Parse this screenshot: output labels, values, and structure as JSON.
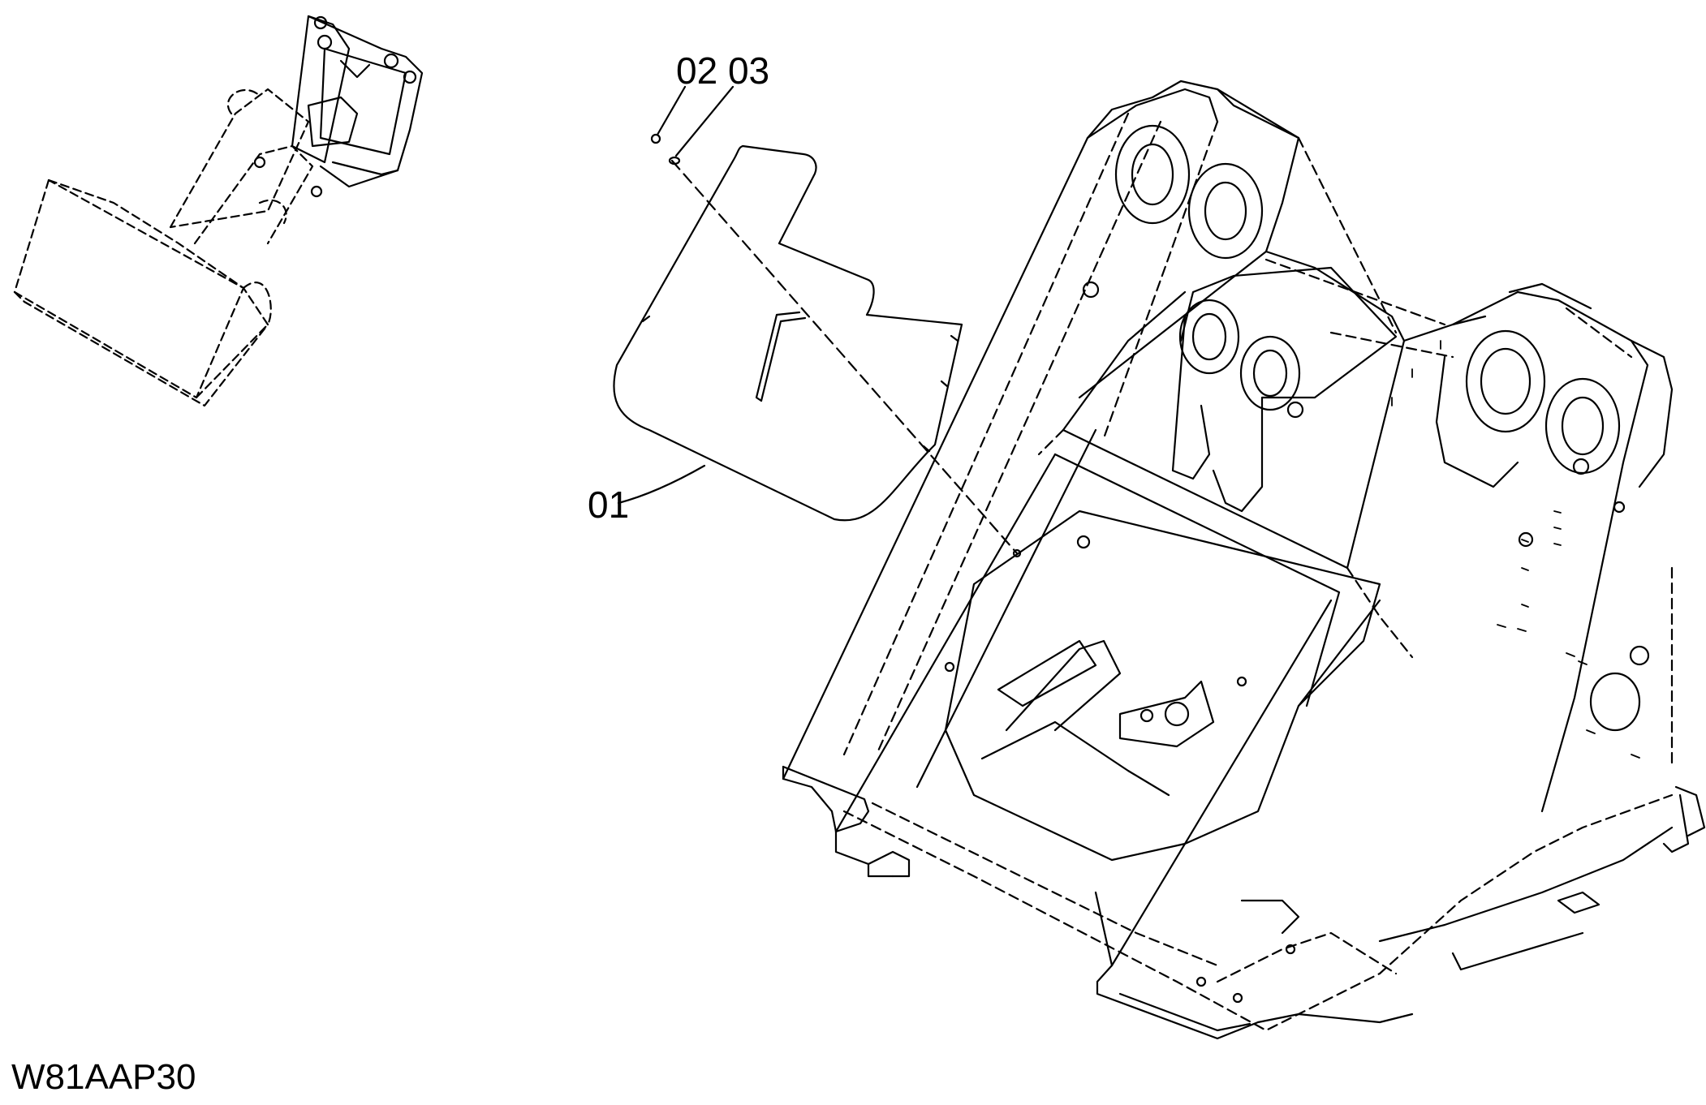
{
  "callouts": {
    "part_01": "01",
    "part_02_03": "02 03"
  },
  "drawing_code": "W81AAP30",
  "colors": {
    "line": "#000000",
    "background": "#ffffff"
  }
}
